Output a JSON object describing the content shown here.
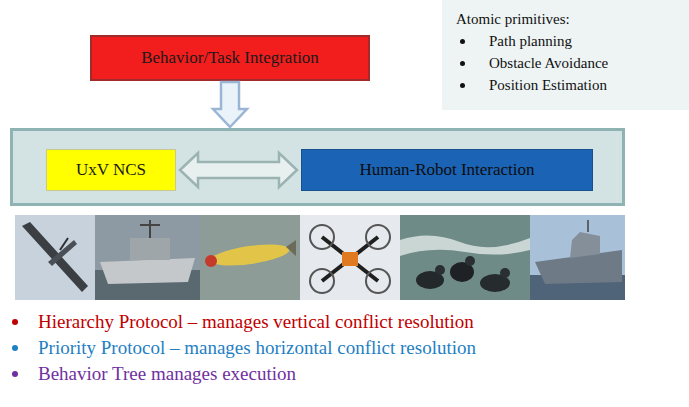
{
  "diagram": {
    "nodes": [
      {
        "text": [
          "Behavior/Task Integration"
        ]
      },
      {
        "text": [
          "Atomic primitives:",
          "Path planning",
          "Obstacle Avoidance",
          "Position Estimation"
        ]
      },
      {
        "text": []
      },
      {
        "text": [
          "UxV NCS"
        ],
        "in": 2
      },
      {
        "text": [
          "Human-Robot Interaction"
        ],
        "in": 2
      }
    ],
    "edges": [
      {
        "from": 0,
        "to": 2,
        "arrow": "to"
      },
      {
        "from": 3,
        "to": 4,
        "arrow": "both"
      }
    ],
    "labels": [
      "Hierarchy Protocol – manages vertical conflict resolution",
      "Priority Protocol – manages horizontal conflict resolution",
      "Behavior Tree manages execution"
    ]
  }
}
